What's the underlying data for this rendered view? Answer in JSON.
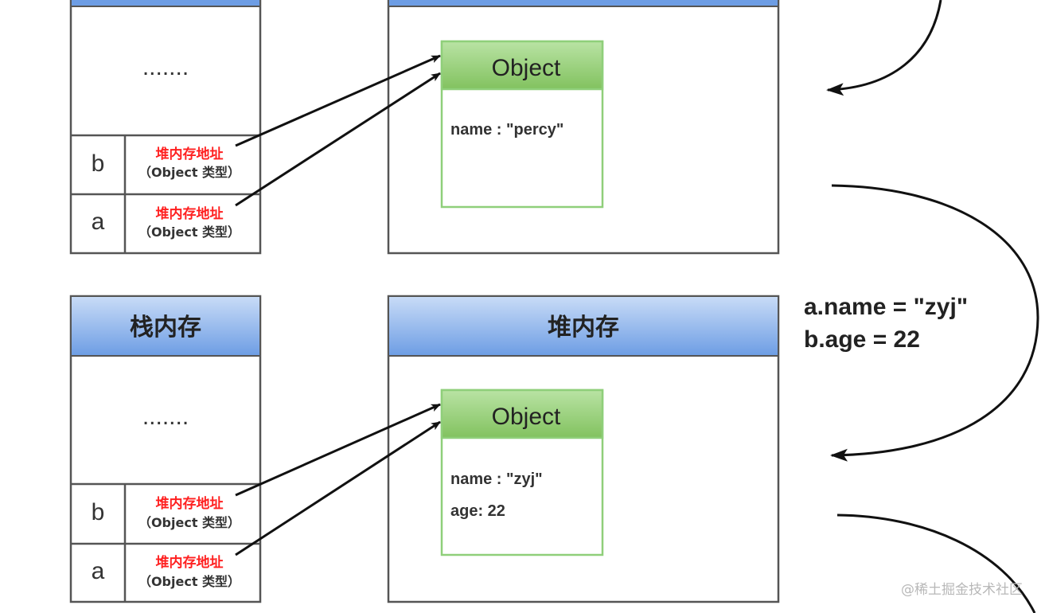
{
  "colors": {
    "header_blue": "#7eaae8",
    "object_green": "#8ccb6a",
    "address_red": "#ff2020"
  },
  "top": {
    "stack": {
      "dots": ".......",
      "rows": [
        {
          "var": "b",
          "addr": "堆内存地址",
          "type": "（Object 类型）"
        },
        {
          "var": "a",
          "addr": "堆内存地址",
          "type": "（Object 类型）"
        }
      ]
    },
    "heap": {
      "object": {
        "title": "Object",
        "props": [
          "name : \"percy\""
        ]
      }
    }
  },
  "bottom": {
    "stack": {
      "title": "栈内存",
      "dots": ".......",
      "rows": [
        {
          "var": "b",
          "addr": "堆内存地址",
          "type": "（Object 类型）"
        },
        {
          "var": "a",
          "addr": "堆内存地址",
          "type": "（Object 类型）"
        }
      ]
    },
    "heap": {
      "title": "堆内存",
      "object": {
        "title": "Object",
        "props": [
          "name : \"zyj\"",
          "age: 22"
        ]
      }
    }
  },
  "code": [
    "a.name = \"zyj\"",
    "b.age = 22"
  ],
  "watermark": "@稀土掘金技术社区"
}
